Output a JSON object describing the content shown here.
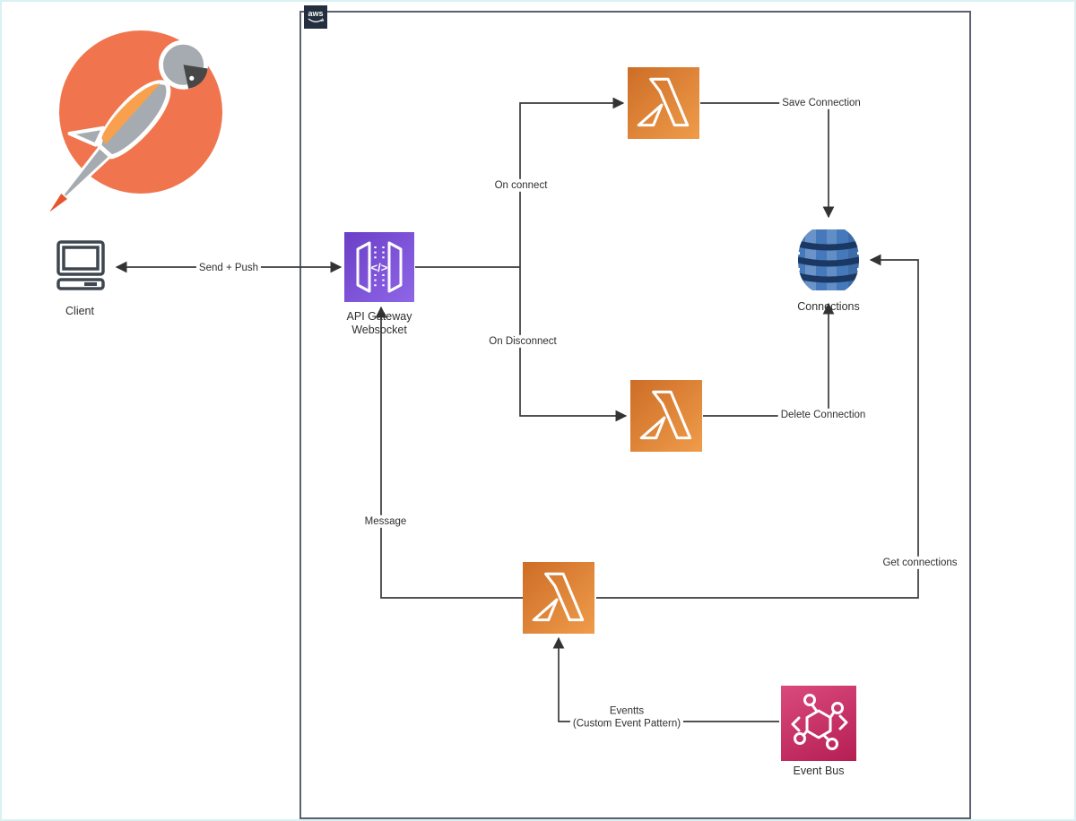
{
  "colors": {
    "lambda_start": "#cd6d27",
    "lambda_end": "#ef9c4a",
    "gateway_start": "#6a3fc6",
    "gateway_end": "#9066e8",
    "dynamo_body": "#4579bc",
    "dynamo_band": "#1b3863",
    "eventbus_start": "#da4a7d",
    "eventbus_end": "#b51e53",
    "postman_orange": "#f0754f",
    "postman_gray": "#a5abb0",
    "line": "#3a3a3a",
    "box_border": "#5a626e",
    "aws_dark": "#232f3e"
  },
  "aws_box": {
    "logo_text": "aws"
  },
  "icons": {
    "postman": "postman-logo",
    "aws": "aws-cloud-logo",
    "client": "desktop-computer-icon",
    "api_gateway": "api-gateway-icon",
    "lambda": "aws-lambda-icon",
    "dynamodb": "dynamodb-table-icon",
    "event_bus": "eventbridge-bus-icon"
  },
  "nodes": {
    "client": {
      "label": "Client"
    },
    "api_gateway": {
      "label_line1": "API Gateway",
      "label_line2": "Websocket",
      "glyph": "</>"
    },
    "dynamodb": {
      "label": "Connections"
    },
    "event_bus": {
      "label": "Event Bus"
    }
  },
  "edges": {
    "send_push": "Send + Push",
    "on_connect": "On connect",
    "on_disconnect": "On Disconnect",
    "save_connection": "Save Connection",
    "delete_connection": "Delete Connection",
    "message": "Message",
    "get_connections": "Get connections",
    "events_line1": "Eventts",
    "events_line2": "(Custom Event Pattern)"
  }
}
